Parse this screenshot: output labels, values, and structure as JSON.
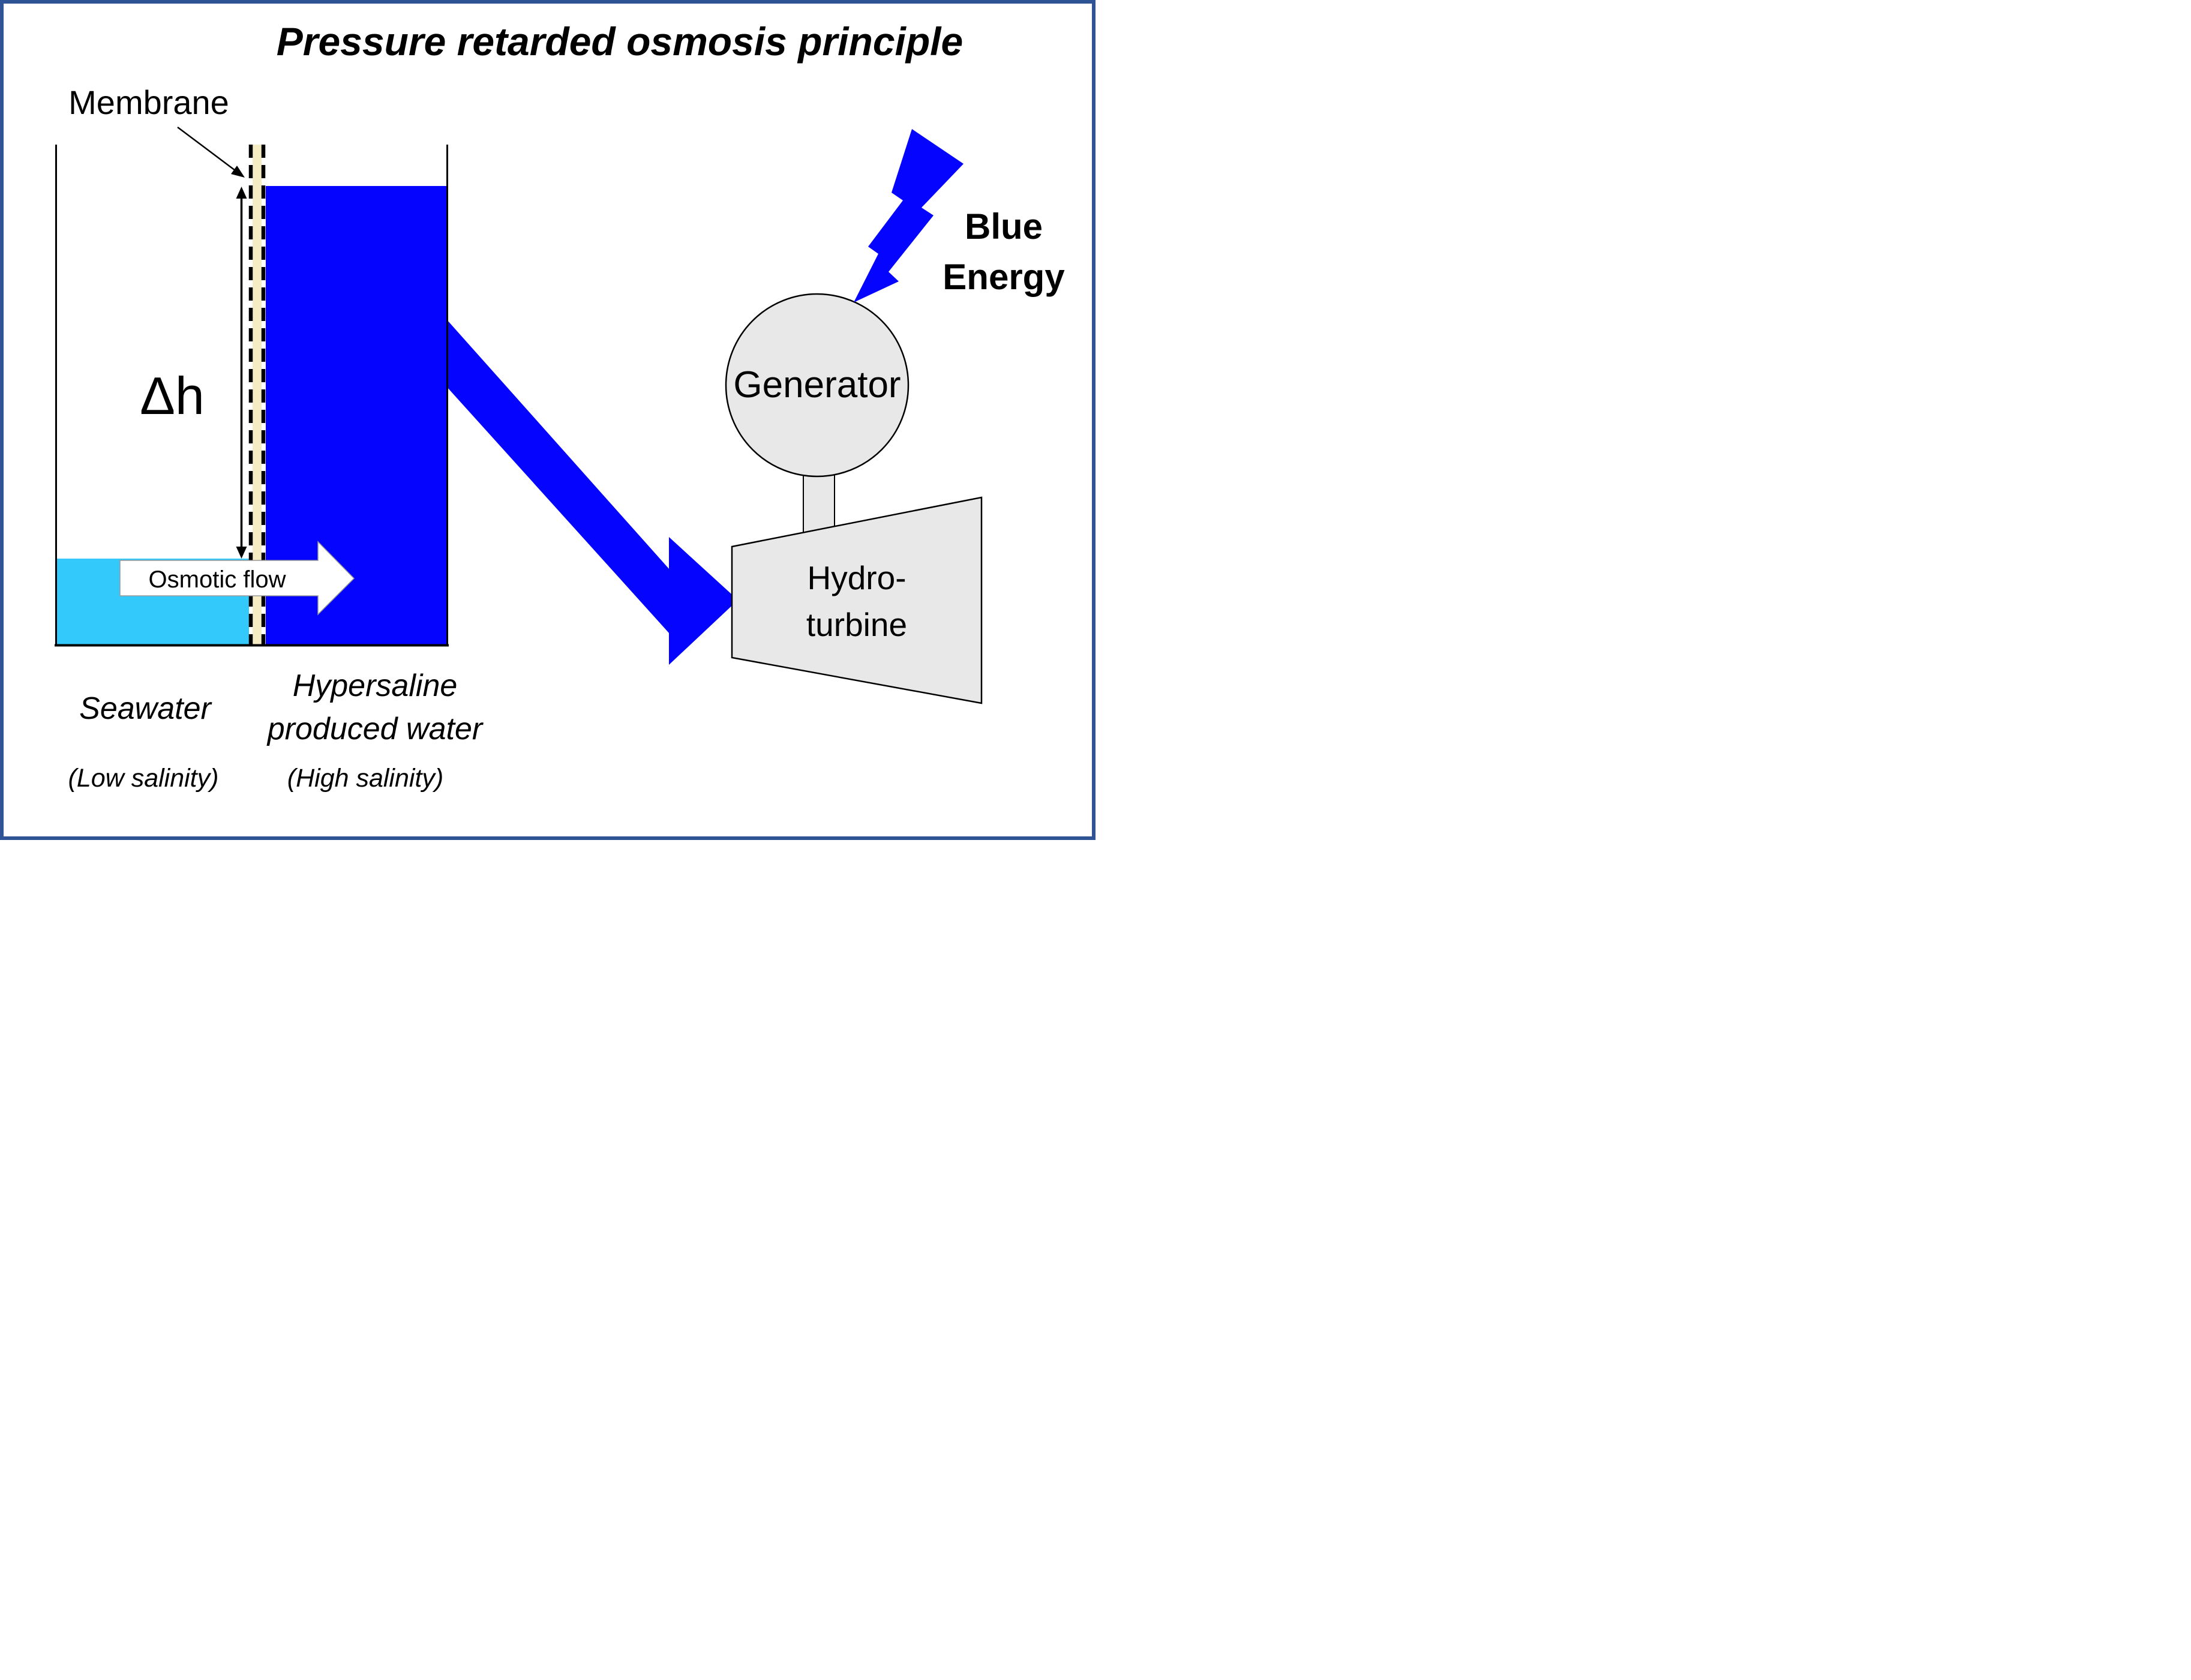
{
  "title": "Pressure retarded osmosis principle",
  "colors": {
    "frame_border": "#2E5496",
    "hypersaline_blue": "#0404FF",
    "seawater_cyan": "#33CAFB",
    "membrane_cream": "#F5ECC4",
    "machine_gray": "#E8E8E8",
    "energy_bolt_blue": "#0404FF",
    "flow_arrow_white": "#FFFFFF"
  },
  "diagram": {
    "membrane_label": "Membrane",
    "height_difference_label": "Δh",
    "osmotic_flow_label": "Osmotic flow",
    "seawater_label": "Seawater",
    "seawater_salinity": "(Low salinity)",
    "hypersaline_label_line1": "Hypersaline",
    "hypersaline_label_line2": "produced water",
    "hypersaline_salinity": "(High salinity)",
    "generator_label": "Generator",
    "turbine_label_line1": "Hydro-",
    "turbine_label_line2": "turbine",
    "energy_label_line1": "Blue",
    "energy_label_line2": "Energy"
  }
}
